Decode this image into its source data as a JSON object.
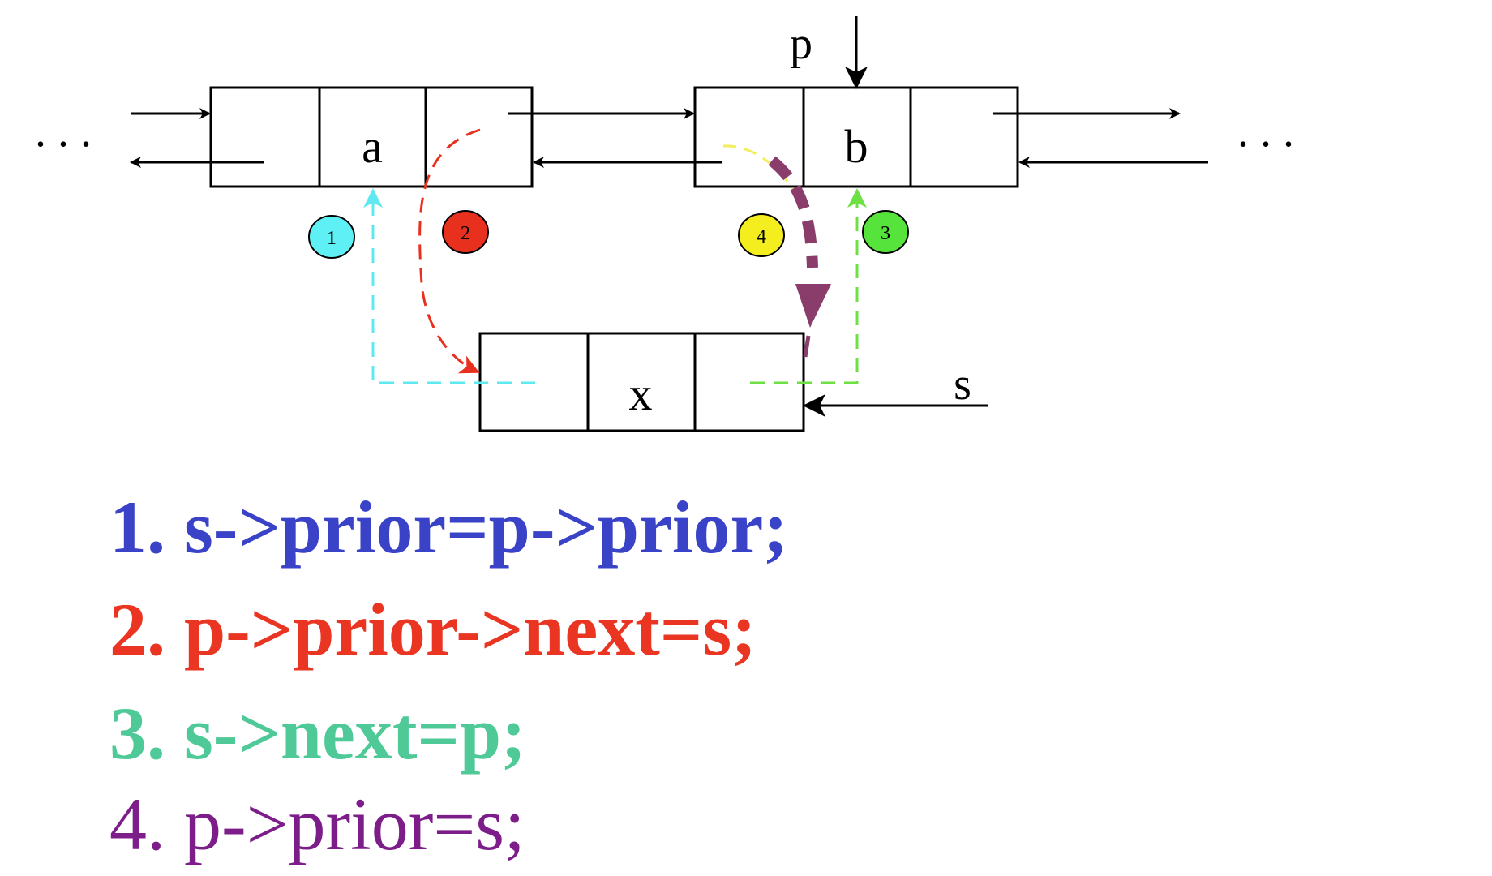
{
  "nodes": {
    "a": {
      "label": "a"
    },
    "b": {
      "label": "b"
    },
    "x": {
      "label": "x"
    }
  },
  "pointers": {
    "p": "p",
    "s": "s"
  },
  "ellipsis": {
    "left": "...",
    "right": "..."
  },
  "steps": {
    "step1": {
      "num": "1",
      "color": "#5ff0f5"
    },
    "step2": {
      "num": "2",
      "color": "#e8301f"
    },
    "step3": {
      "num": "3",
      "color": "#55e33c"
    },
    "step4": {
      "num": "4",
      "color": "#f5ee1f"
    }
  },
  "colors": {
    "cyan_link": "#5ee8f0",
    "red_link": "#e8301f",
    "green_link": "#6de043",
    "yellow_link": "#f3ee5e",
    "purple_link": "#8a3d6b"
  },
  "code": {
    "line1": {
      "text": "1. s->prior=p->prior;",
      "color": "#3a43c8"
    },
    "line2": {
      "text": "2. p->prior->next=s;",
      "color": "#ea3522"
    },
    "line3": {
      "text": "3. s->next=p;",
      "color": "#4ec997"
    },
    "line4": {
      "text": "4. p->prior=s;",
      "color": "#7d1d8a"
    }
  }
}
